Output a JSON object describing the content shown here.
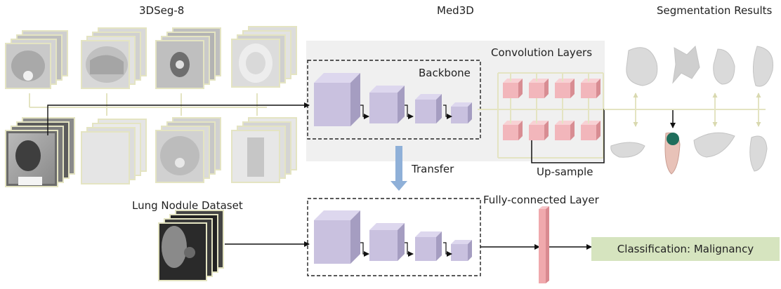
{
  "titles": {
    "dataset": "3DSeg-8",
    "model": "Med3D",
    "results": "Segmentation Results"
  },
  "labels": {
    "conv_layers": "Convolution Layers",
    "backbone": "Backbone",
    "transfer": "Transfer",
    "upsample": "Up-sample",
    "lung_dataset": "Lung Nodule Dataset",
    "fc_layer": "Fully-connected Layer",
    "classification": "Classification: Malignancy"
  },
  "colors": {
    "cube": "#c9c1df",
    "conv_cube": "#f2b6bb",
    "grey_panel": "#f0f0f0",
    "scan_frame": "#e4e4c2",
    "transfer_arrow": "#8fb0d8",
    "class_box": "#d6e4bf",
    "fc_bar": "#f0a9ad",
    "connector": "#e4e4c2"
  }
}
